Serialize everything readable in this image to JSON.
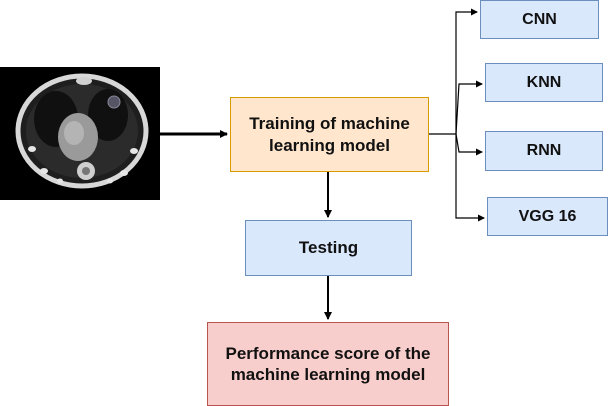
{
  "nodes": {
    "training": {
      "line1": "Training of machine",
      "line2": "learning model"
    },
    "testing": {
      "label": "Testing"
    },
    "performance": {
      "line1": "Performance score of the",
      "line2": "machine learning model"
    },
    "models": {
      "cnn": "CNN",
      "knn": "KNN",
      "rnn": "RNN",
      "vgg": "VGG 16"
    }
  },
  "image": {
    "subject": "chest CT scan slice",
    "colors": {
      "background": "#000000",
      "tissue": "#9a9a9a"
    }
  },
  "colors": {
    "training_fill": "#ffe6cc",
    "training_border": "#d79b00",
    "blue_fill": "#dae8fc",
    "blue_border": "#6c8ebf",
    "red_fill": "#f8cecc",
    "red_border": "#b85450",
    "arrow": "#000000"
  }
}
